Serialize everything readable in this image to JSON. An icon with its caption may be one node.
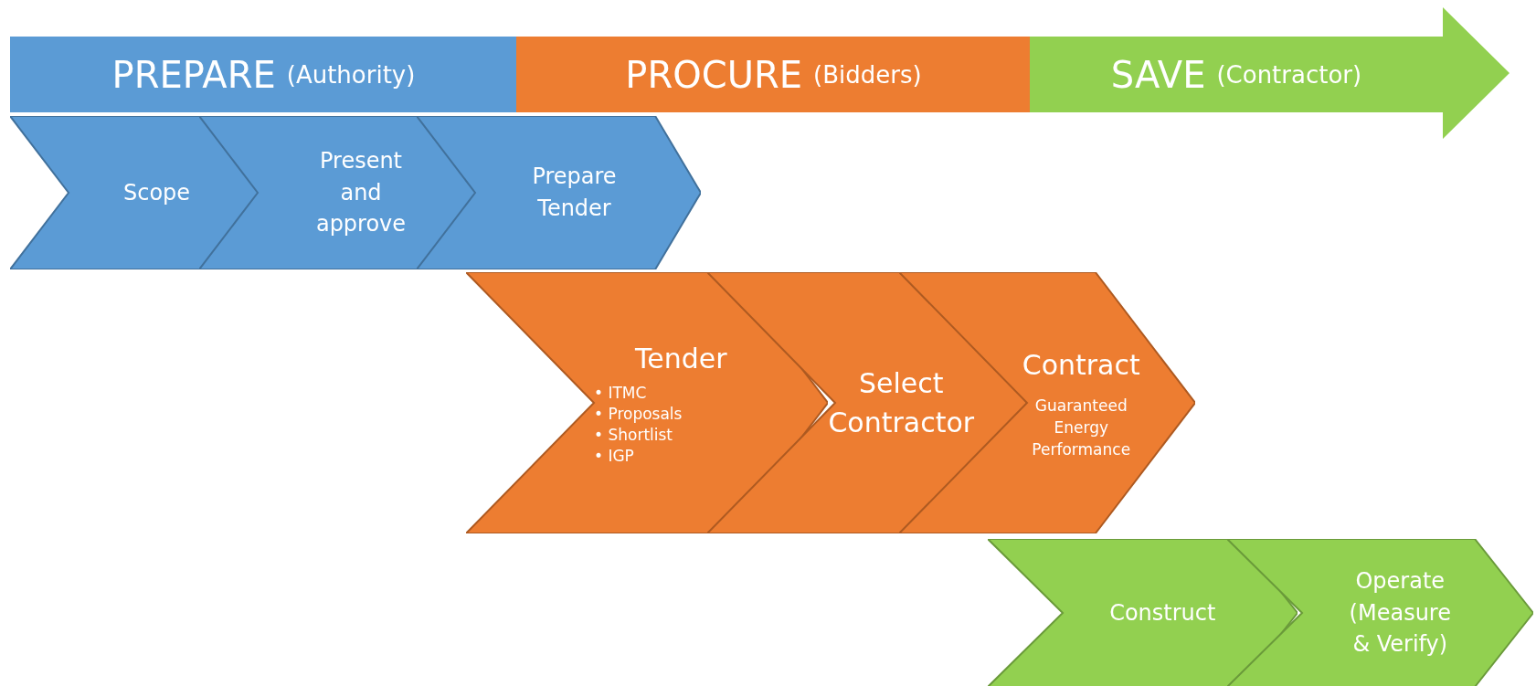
{
  "diagram": {
    "nodes": [
      {
        "text": [
          "PREPARE",
          "(Authority)"
        ]
      },
      {
        "text": [
          "PROCURE",
          "(Bidders)"
        ]
      },
      {
        "text": [
          "SAVE",
          "(Contractor)"
        ]
      },
      {
        "text": [
          "Scope"
        ]
      },
      {
        "text": [
          "Present and approve"
        ]
      },
      {
        "text": [
          "Prepare Tender"
        ]
      },
      {
        "text": [
          "Tender",
          "• ITMC",
          "• Proposals",
          "• Shortlist",
          "• IGP"
        ]
      },
      {
        "text": [
          "Select Contractor"
        ]
      },
      {
        "text": [
          "Contract",
          "Guaranteed Energy Performance"
        ]
      },
      {
        "text": [
          "Construct"
        ]
      },
      {
        "text": [
          "Operate (Measure & Verify)"
        ]
      }
    ]
  }
}
